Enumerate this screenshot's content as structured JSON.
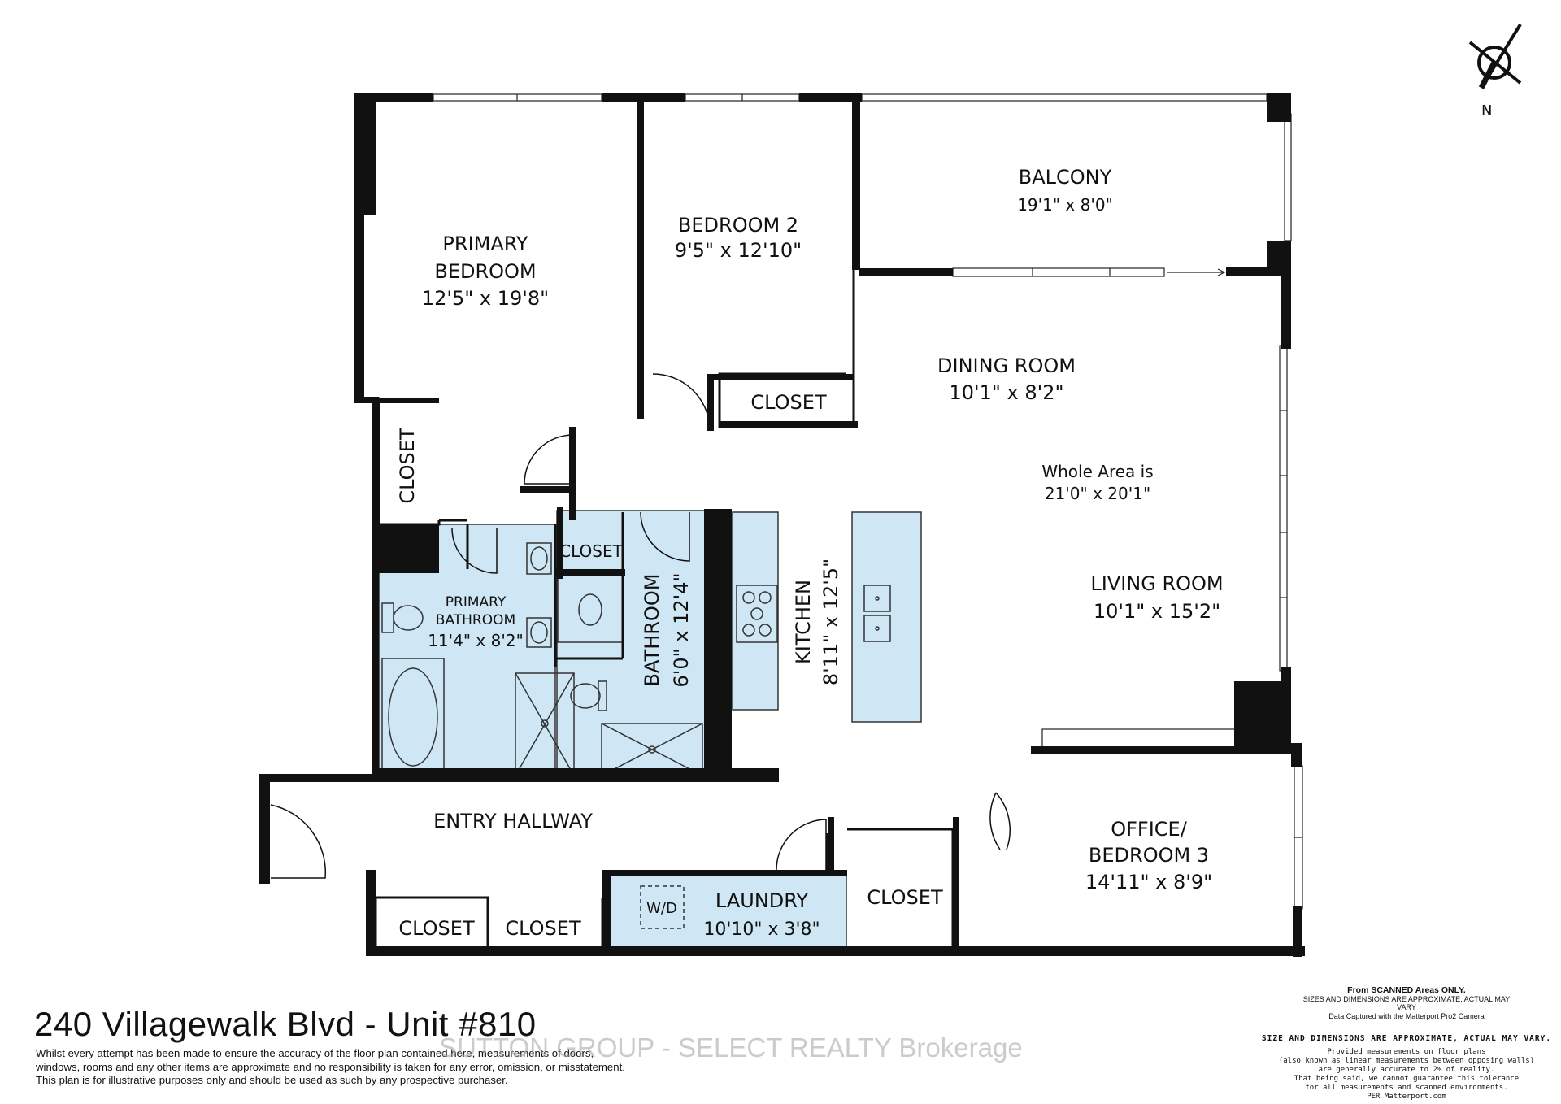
{
  "plan": {
    "address": "240 Villagewalk Blvd - Unit #810",
    "compass_label": "N",
    "whole_area": {
      "line1": "Whole Area is",
      "line2": "21'0\" x 20'1\""
    },
    "rooms": {
      "primary_bedroom": {
        "line1": "PRIMARY",
        "line2": "BEDROOM",
        "dims": "12'5\" x 19'8\""
      },
      "bedroom2": {
        "name": "BEDROOM 2",
        "dims": "9'5\" x 12'10\""
      },
      "balcony": {
        "name": "BALCONY",
        "dims": "19'1\" x 8'0\""
      },
      "dining": {
        "name": "DINING ROOM",
        "dims": "10'1\" x 8'2\""
      },
      "living": {
        "name": "LIVING ROOM",
        "dims": "10'1\" x 15'2\""
      },
      "kitchen": {
        "name": "KITCHEN",
        "dims": "8'11\" x 12'5\""
      },
      "bathroom": {
        "name": "BATHROOM",
        "dims": "6'0\" x 12'4\""
      },
      "primary_bathroom": {
        "line1": "PRIMARY",
        "line2": "BATHROOM",
        "dims": "11'4\" x 8'2\""
      },
      "entry": {
        "name": "ENTRY HALLWAY"
      },
      "laundry": {
        "name": "LAUNDRY",
        "dims": "10'10\" x 3'8\"",
        "appliance": "W/D"
      },
      "office": {
        "line1": "OFFICE/",
        "line2": "BEDROOM 3",
        "dims": "14'11\" x 8'9\""
      },
      "closet": "CLOSET"
    }
  },
  "disclaimer": [
    "Whilst every attempt has been made to ensure the accuracy of the floor plan contained here, measurements of doors,",
    "windows, rooms and any other items are approximate and no responsibility is taken for any error, omission, or misstatement.",
    "This plan is for illustrative purposes only and should be used as such by any prospective purchaser."
  ],
  "watermark": "SUTTON GROUP - SELECT REALTY Brokerage",
  "scanned_note": {
    "title": "From SCANNED Areas ONLY.",
    "line1": "SIZES AND DIMENSIONS ARE APPROXIMATE, ACTUAL MAY VARY",
    "line2": "Data Captured with the Matterport Pro2 Camera"
  },
  "approx_note": {
    "title": "SIZE AND DIMENSIONS ARE APPROXIMATE, ACTUAL MAY VARY.",
    "lines": [
      "Provided measurements on floor plans",
      "(also known as linear measurements between opposing walls)",
      "are generally accurate to 2% of reality.",
      "That being said, we cannot guarantee this tolerance",
      "for all measurements and scanned environments.",
      "PER Matterport.com"
    ]
  },
  "colors": {
    "wall": "#111111",
    "wet_area": "#cfe7f4",
    "fixture_stroke": "#333333"
  }
}
